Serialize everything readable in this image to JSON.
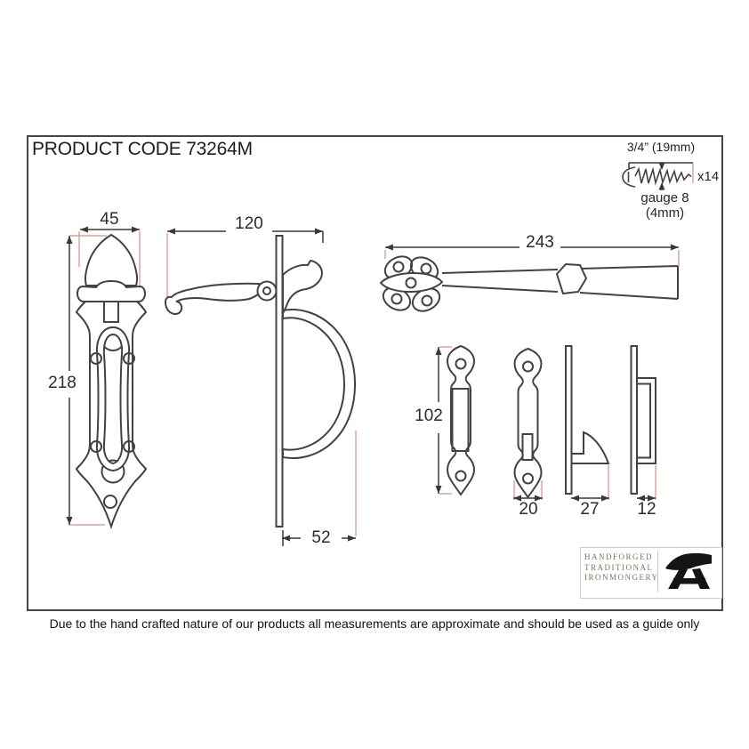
{
  "header": {
    "product_code": "PRODUCT CODE 73264M"
  },
  "screw": {
    "length": "3/4” (19mm)",
    "count": "x14",
    "gauge": "gauge 8 (4mm)"
  },
  "dims": {
    "plate_width": "45",
    "plate_height": "218",
    "overall_depth": "120",
    "bow_projection": "52",
    "bar_length": "243",
    "keep_height": "102",
    "keep_width": "20",
    "catch_projection": "27",
    "keep_depth": "12"
  },
  "logo": {
    "line1": "HANDFORGED",
    "line2": "TRADITIONAL",
    "line3": "IRONMONGERY"
  },
  "footer": {
    "disclaimer": "Due to the hand crafted nature of our products all measurements are approximate and should be used as a guide only"
  },
  "colors": {
    "line": "#424242",
    "dimension_line": "#383838",
    "extension_line": "#dba49f",
    "logo_text": "#7c7466"
  }
}
